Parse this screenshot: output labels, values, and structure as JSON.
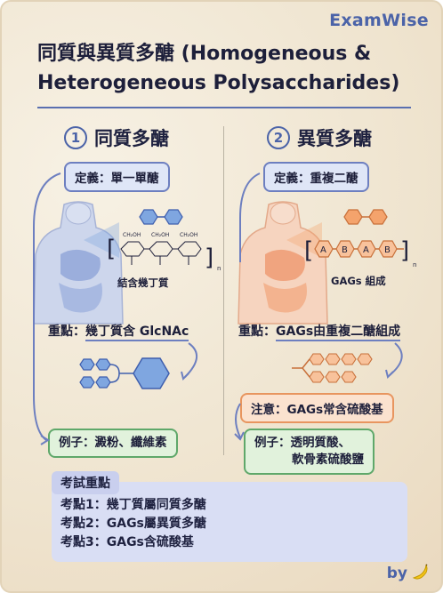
{
  "brand": "ExamWise",
  "title": {
    "line1": "同質與異質多醣 (Homogeneous &",
    "line2": "Heterogeneous Polysaccharides)"
  },
  "left": {
    "number": "1",
    "heading": "同質多醣",
    "definition": "定義：單一單醣",
    "illustration_label": "結含幾丁質",
    "key_prefix": "重點：",
    "key_text": "幾丁質含 GlcNAc",
    "example": "例子：澱粉、纖維素",
    "chem_labels": [
      "CH₂OH",
      "CH₂OH",
      "CH₂OH"
    ],
    "chem_subscript": "n"
  },
  "right": {
    "number": "2",
    "heading": "異質多醣",
    "definition": "定義：重複二醣",
    "illustration_label": "GAGs 組成",
    "chain_letters": [
      "A",
      "B",
      "A",
      "B"
    ],
    "chem_subscript": "n",
    "key_prefix": "重點：",
    "key_text": "GAGs由重複二醣組成",
    "note": "注意：GAGs常含硫酸基",
    "example_line1": "例子：透明質酸、",
    "example_line2": "軟骨素硫酸鹽"
  },
  "exam": {
    "tag": "考試重點",
    "points": [
      "考點1：幾丁質屬同質多醣",
      "考點2：GAGs屬異質多醣",
      "考點3：GAGs含硫酸基"
    ]
  },
  "footer": {
    "by": "by",
    "icon": "banana-icon"
  },
  "colors": {
    "accent": "#4b63a8",
    "blue_pill": "#dfe6f7",
    "orange_pill": "#fbe2cf",
    "green_pill": "#e1f2dc",
    "hexagon_blue": "#7fa6e0",
    "hexagon_orange": "#f4a36c"
  }
}
